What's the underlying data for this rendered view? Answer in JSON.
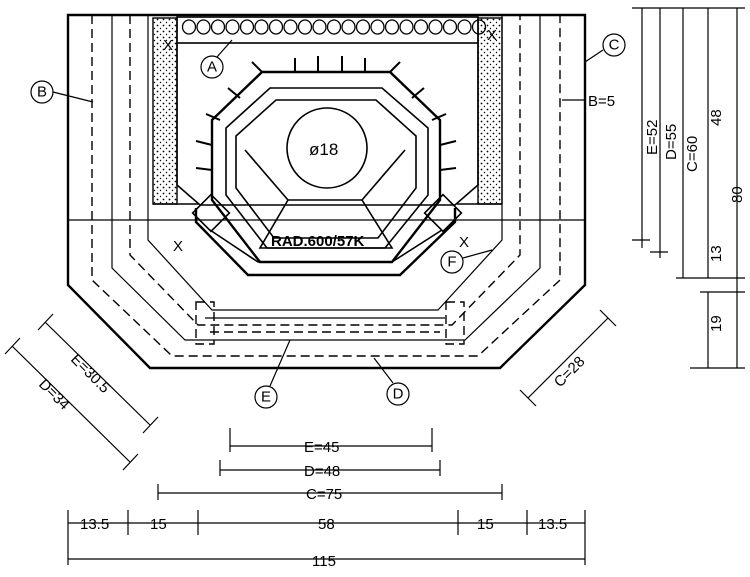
{
  "labels": {
    "A": "A",
    "B": "B",
    "C": "C",
    "D": "D",
    "E": "E",
    "F": "F",
    "x": "X",
    "flue": "ø18",
    "rad": "RAD.600/57K",
    "b5": "B=5"
  },
  "dims_bottom": {
    "e45": "E=45",
    "d48": "D=48",
    "c75": "C=75",
    "s13a": "13.5",
    "s15a": "15",
    "s58": "58",
    "s15b": "15",
    "s13b": "13.5",
    "total": "115"
  },
  "dims_right": {
    "e52": "E=52",
    "d55": "D=55",
    "c60": "C=60",
    "v48": "48",
    "v80": "80",
    "v13": "13",
    "v19": "19"
  },
  "dims_diag": {
    "e305": "E=30.5",
    "d34": "D=34",
    "c28": "C=28"
  }
}
